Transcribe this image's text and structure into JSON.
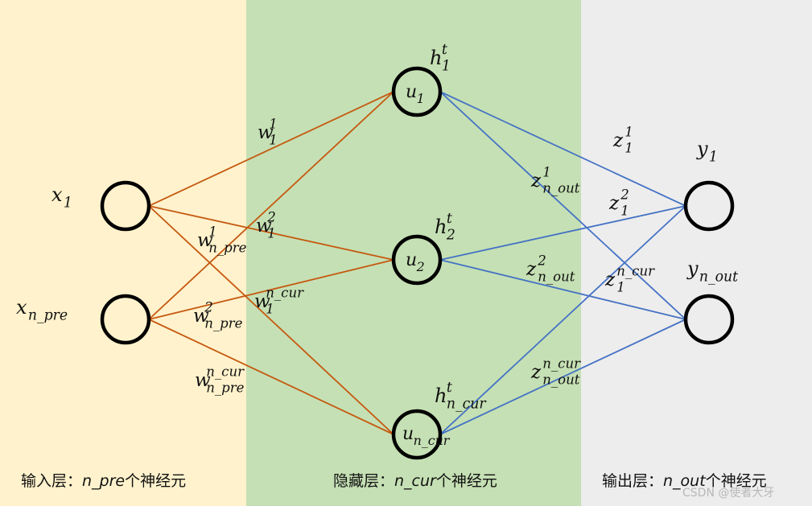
{
  "layers": {
    "input": {
      "caption_prefix": "输入层：",
      "caption_var": "n_pre",
      "caption_suffix": "个神经元"
    },
    "hidden": {
      "caption_prefix": "隐藏层：",
      "caption_var": "n_cur",
      "caption_suffix": "个神经元"
    },
    "output": {
      "caption_prefix": "输出层：",
      "caption_var": "n_out",
      "caption_suffix": "个神经元"
    }
  },
  "nodes": {
    "input": [
      {
        "base": "x",
        "sub": "1"
      },
      {
        "base": "x",
        "sub": "n_pre"
      }
    ],
    "hidden_inner": [
      {
        "base": "u",
        "sub": "1"
      },
      {
        "base": "u",
        "sub": "2"
      },
      {
        "base": "u",
        "sub": "n_cur"
      }
    ],
    "hidden_state": [
      {
        "base": "h",
        "sub": "1",
        "sup": "t"
      },
      {
        "base": "h",
        "sub": "2",
        "sup": "t"
      },
      {
        "base": "h",
        "sub": "n_cur",
        "sup": "t"
      }
    ],
    "output": [
      {
        "base": "y",
        "sub": "1"
      },
      {
        "base": "y",
        "sub": "n_out"
      }
    ]
  },
  "input_weights": [
    {
      "base": "w",
      "sub": "1",
      "sup": "1"
    },
    {
      "base": "w",
      "sub": "1",
      "sup": "2"
    },
    {
      "base": "w",
      "sub": "1",
      "sup": "n_cur"
    },
    {
      "base": "w",
      "sub": "n_pre",
      "sup": "1"
    },
    {
      "base": "w",
      "sub": "n_pre",
      "sup": "2"
    },
    {
      "base": "w",
      "sub": "n_pre",
      "sup": "n_cur"
    }
  ],
  "output_weights": [
    {
      "base": "z",
      "sub": "1",
      "sup": "1"
    },
    {
      "base": "z",
      "sub": "1",
      "sup": "2"
    },
    {
      "base": "z",
      "sub": "1",
      "sup": "n_cur"
    },
    {
      "base": "z",
      "sub": "n_out",
      "sup": "1"
    },
    {
      "base": "z",
      "sub": "n_out",
      "sup": "2"
    },
    {
      "base": "z",
      "sub": "n_out",
      "sup": "n_cur"
    }
  ],
  "colors": {
    "input_edges": "#c55a11",
    "output_edges": "#4472c4",
    "node_stroke": "#000000"
  },
  "watermark": "CSDN @使者大牙"
}
